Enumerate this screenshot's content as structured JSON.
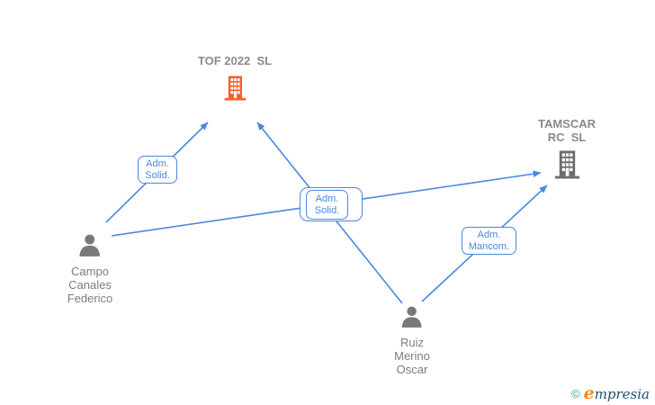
{
  "colors": {
    "edge": "#4a87e0",
    "tof_icon": "#fb5d2c",
    "tamscar_icon": "#6d6d6d",
    "person_icon": "#787878",
    "company_text": "#8a8a8a",
    "person_text": "#7d7d7d",
    "logo_teal": "#1ba8a6",
    "logo_orange": "#f5871f",
    "logo_navy": "#1d4f6e"
  },
  "icons": {
    "company": "building-icon",
    "person": "person-icon",
    "edge_end": "arrowhead-icon"
  },
  "entities": {
    "tof": {
      "type": "company",
      "name_lines": [
        "TOF 2022  SL"
      ]
    },
    "tamscar": {
      "type": "company",
      "name_lines": [
        "TAMSCAR",
        "RC  SL"
      ]
    },
    "campo": {
      "type": "person",
      "name_lines": [
        "Campo",
        "Canales",
        "Federico"
      ]
    },
    "ruiz": {
      "type": "person",
      "name_lines": [
        "Ruiz",
        "Merino",
        "Oscar"
      ]
    }
  },
  "relation_labels": {
    "adm_solid_left": {
      "line1": "Adm.",
      "line2": "Solid."
    },
    "adm_solid_center": {
      "line1": "Adm.",
      "line2": "Solid."
    },
    "adm_mancom": {
      "line1": "Adm.",
      "line2": "Mancom."
    }
  },
  "relations": [
    {
      "from": "Campo Canales Federico",
      "to": "TOF 2022 SL",
      "label": "Adm. Solid."
    },
    {
      "from": "Campo Canales Federico",
      "to": "TAMSCAR RC SL",
      "label": ""
    },
    {
      "from": "Ruiz Merino Oscar",
      "to": "TOF 2022 SL",
      "label": "Adm. Solid."
    },
    {
      "from": "Ruiz Merino Oscar",
      "to": "TAMSCAR RC SL",
      "label": "Adm. Mancom."
    }
  ],
  "footer": {
    "copyright_symbol": "©",
    "brand_initial": "e",
    "brand_rest": "mpresia"
  }
}
